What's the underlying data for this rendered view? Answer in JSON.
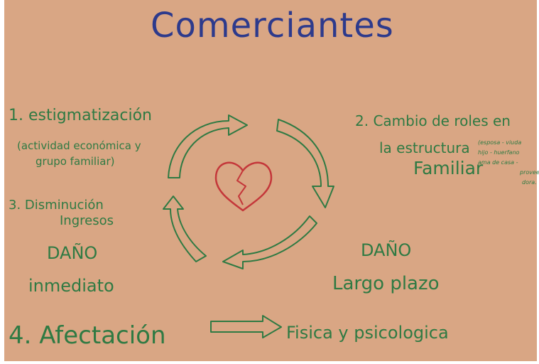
{
  "title": "Comerciantes",
  "item1": {
    "label": "1. estigmatización",
    "sub1": "(actividad económica y",
    "sub2": "grupo familiar)"
  },
  "item2": {
    "line1": "2. Cambio de roles en",
    "line2": "la estructura",
    "line3": "Familiar",
    "notes": [
      "(esposa - viuda",
      "hijo - huerfano",
      "ama de casa -",
      "provee",
      "dora."
    ]
  },
  "item3": {
    "line1": "3. Disminución",
    "line2": "Ingresos"
  },
  "damage_immediate": {
    "label": "DAÑO",
    "value": "inmediato"
  },
  "damage_long": {
    "label": "DAÑO",
    "value": "Largo plazo"
  },
  "item4": {
    "label": "4. Afectación",
    "result": "Fisica y psicologica"
  },
  "colors": {
    "paper": "#d9a684",
    "title_ink": "#2d3a8c",
    "green_ink": "#2f7a43",
    "heart": "#c4373a"
  },
  "icons": {
    "center": "broken-heart-icon",
    "cycle": "cycle-arrows-icon",
    "arrow": "right-arrow-icon"
  }
}
